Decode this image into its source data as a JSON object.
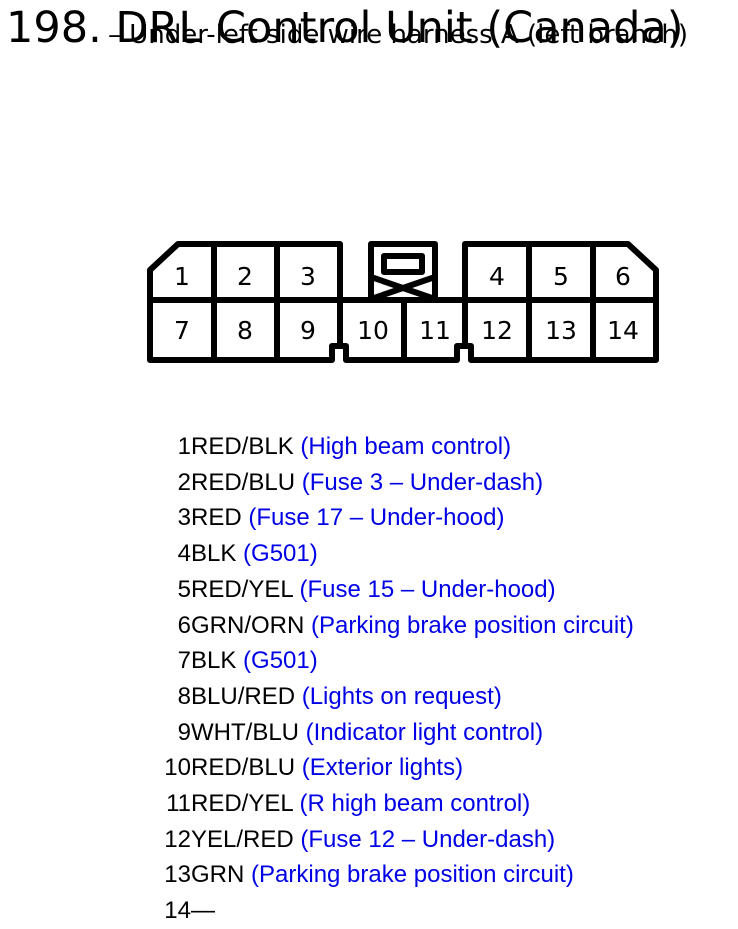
{
  "title": "198. DRL Control Unit (Canada)",
  "subtitle": "– Under-left side wire harness A (left branch)",
  "connector_pins": [
    "1",
    "2",
    "3",
    "4",
    "5",
    "6",
    "7",
    "8",
    "9",
    "10",
    "11",
    "12",
    "13",
    "14"
  ],
  "pins": [
    {
      "num": "1",
      "wire": "RED/BLK",
      "desc": "(High beam control)"
    },
    {
      "num": "2",
      "wire": "RED/BLU",
      "desc": "(Fuse 3 – Under-dash)"
    },
    {
      "num": "3",
      "wire": "RED",
      "desc": "(Fuse 17 – Under-hood)"
    },
    {
      "num": "4",
      "wire": "BLK",
      "desc": "(G501)"
    },
    {
      "num": "5",
      "wire": "RED/YEL",
      "desc": "(Fuse 15 – Under-hood)"
    },
    {
      "num": "6",
      "wire": "GRN/ORN",
      "desc": "(Parking brake position circuit)"
    },
    {
      "num": "7",
      "wire": "BLK",
      "desc": "(G501)"
    },
    {
      "num": "8",
      "wire": "BLU/RED",
      "desc": "(Lights on request)"
    },
    {
      "num": "9",
      "wire": "WHT/BLU",
      "desc": "(Indicator light control)"
    },
    {
      "num": "10",
      "wire": "RED/BLU",
      "desc": "(Exterior lights)"
    },
    {
      "num": "11",
      "wire": "RED/YEL",
      "desc": "(R high beam control)"
    },
    {
      "num": "12",
      "wire": "YEL/RED",
      "desc": "(Fuse 12 – Under-dash)"
    },
    {
      "num": "13",
      "wire": "GRN",
      "desc": "(Parking brake position circuit)"
    },
    {
      "num": "14",
      "wire": "—",
      "desc": ""
    }
  ],
  "colors": {
    "description": "#0000e6",
    "text": "#000000"
  }
}
